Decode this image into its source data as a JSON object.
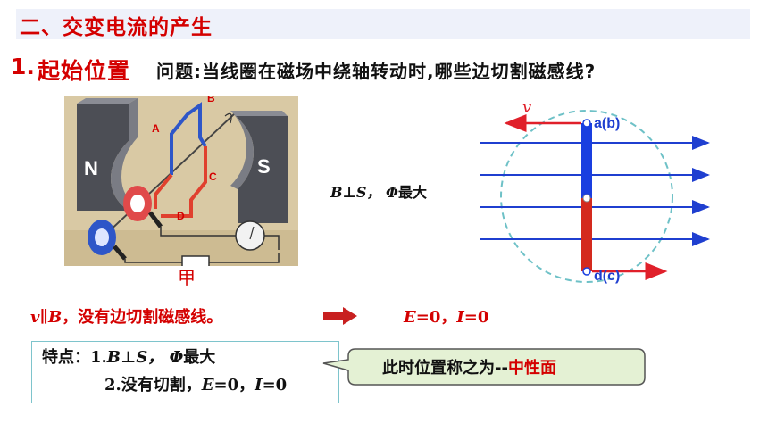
{
  "header": {
    "title": "二、交变电流的产生"
  },
  "section": {
    "number": "1.",
    "title": "起始位置",
    "question": "问题:当线圈在磁场中绕轴转动时,哪些边切割磁感线?"
  },
  "photo": {
    "caption": "甲",
    "magnet_n": "N",
    "magnet_s": "S",
    "label_a": "A",
    "label_b": "B",
    "label_c": "C",
    "label_d": "D"
  },
  "diagram": {
    "velocity": "v",
    "top_label": "a(b)",
    "bottom_label": "d(c)"
  },
  "statement": {
    "b_part": "B",
    "perp": "⊥",
    "s_part": "S，",
    "phi_part": "Φ",
    "max_part": "最大"
  },
  "conclusion": {
    "v": "v",
    "parallel": "∥",
    "b": "B",
    "text": "，没有边切割磁感线。",
    "e": "E",
    "e_val": "=0，",
    "i": "I",
    "i_val": "=0"
  },
  "features": {
    "label": "特点：",
    "line1_num": "1.",
    "line1_b": "B",
    "line1_perp": "⊥",
    "line1_s": "S，",
    "line1_phi": "Φ",
    "line1_max": "最大",
    "line2_num": "2.",
    "line2_text": "没有切割，",
    "line2_e": "E",
    "line2_e_val": "=0，",
    "line2_i": "I",
    "line2_i_val": "=0"
  },
  "callout": {
    "text_prefix": "此时位置称之为",
    "dash": "--",
    "highlight": "中性面"
  },
  "colors": {
    "accent_red": "#d40000",
    "header_bg": "#eef1fa",
    "field_line_blue": "#1f3fd0",
    "coil_blue": "#1a3fe0",
    "coil_red": "#d42a1e",
    "callout_green": "#e4f1d4"
  }
}
